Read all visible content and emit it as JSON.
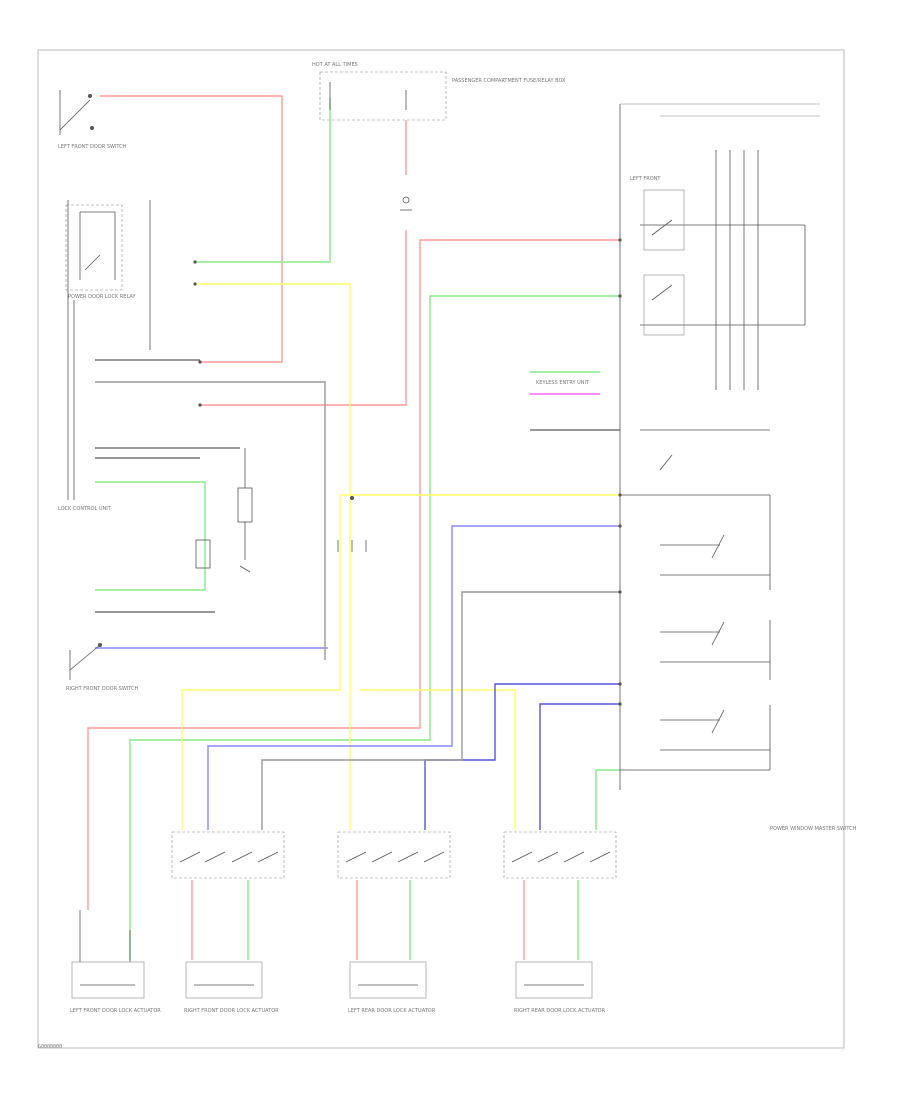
{
  "colors": {
    "red": "#ff9999",
    "green": "#88e888",
    "yellow": "#ffff66",
    "blue": "#8888ff",
    "dark_blue": "#5555dd",
    "magenta": "#ff66ff",
    "gray": "#999999",
    "black": "#444444"
  },
  "labels": {
    "top_fuse": "HOT AT ALL TIMES",
    "top_fuse_block": "PASSENGER COMPARTMENT FUSE/RELAY BOX",
    "left_front_switch": "LEFT FRONT DOOR SWITCH",
    "relay": "POWER DOOR LOCK RELAY",
    "lock_control": "LOCK CONTROL UNIT",
    "left_front_actuator": "LEFT FRONT DOOR LOCK ACTUATOR",
    "right_front_actuator": "RIGHT FRONT DOOR LOCK ACTUATOR",
    "left_rear_actuator": "LEFT REAR DOOR LOCK ACTUATOR",
    "right_rear_actuator": "RIGHT REAR DOOR LOCK ACTUATOR",
    "right_front_switch": "RIGHT FRONT DOOR SWITCH",
    "window_switch": "POWER WINDOW MASTER SWITCH",
    "keyless": "KEYLESS ENTRY UNIT",
    "footer": "G0000000"
  }
}
